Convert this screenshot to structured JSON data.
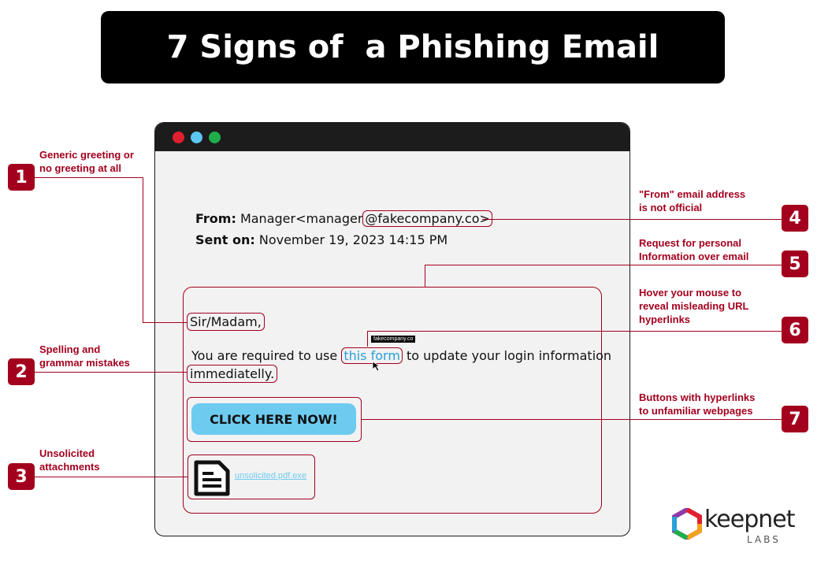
{
  "title": "7 Signs of  a Phishing Email",
  "email": {
    "from_label": "From:",
    "from_value": " Manager<manager",
    "from_domain": "@fakecompany.co>",
    "sent_label": "Sent on:",
    "sent_value": " November 19, 2023 14:15 PM",
    "greeting": "Sir/Madam,",
    "body_before": "You are required to use ",
    "body_link": "this form",
    "body_after": " to update your login information",
    "body_misspelled": "immediatelly.",
    "tooltip": "fakecompany.co",
    "button_label": "CLICK HERE NOW!",
    "attachment_name": "unsolicited.pdf.exe"
  },
  "signs": [
    {
      "number": "1",
      "label": "Generic greeting or\nno greeting at all"
    },
    {
      "number": "2",
      "label": "Spelling and\ngrammar mistakes"
    },
    {
      "number": "3",
      "label": "Unsolicited\nattachments"
    },
    {
      "number": "4",
      "label": "\"From\" email address\nis not official"
    },
    {
      "number": "5",
      "label": "Request for personal\nInformation over email"
    },
    {
      "number": "6",
      "label": "Hover your mouse to\nreveal misleading URL\nhyperlinks"
    },
    {
      "number": "7",
      "label": "Buttons with hyperlinks\nto unfamiliar webpages"
    }
  ],
  "logo": {
    "name": "keepnet",
    "sub": "LABS"
  },
  "colors": {
    "accent": "#a3001e",
    "button": "#6ecbf0",
    "link": "#2aa0d8",
    "dot_red": "#e0202f",
    "dot_blue": "#5bc7f2",
    "dot_green": "#1fae4a"
  }
}
